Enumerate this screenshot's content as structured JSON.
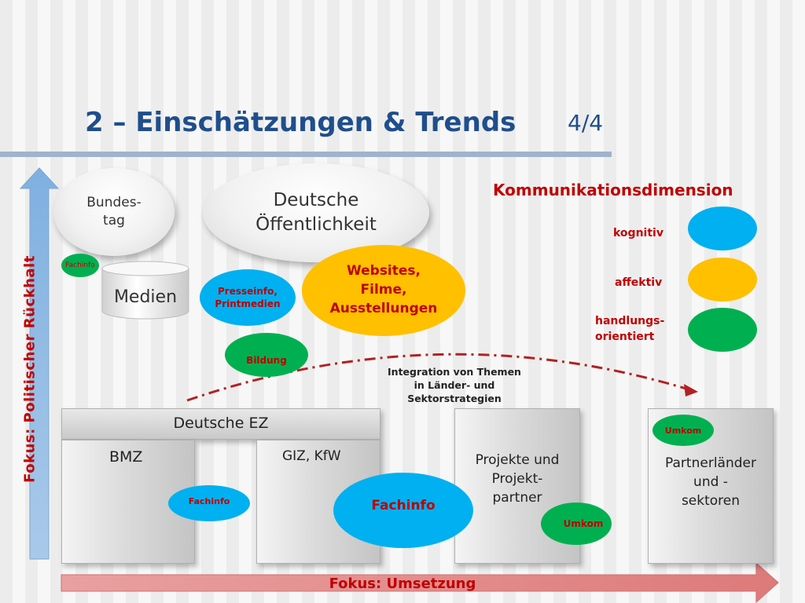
{
  "slide": {
    "title": "2 – Einschätzungen & Trends",
    "page": "4/4"
  },
  "axes": {
    "vertical_label": "Fokus: Politischer Rückhalt",
    "horizontal_label": "Fokus: Umsetzung"
  },
  "nodes": {
    "bundestag": "Bundes-\ntag",
    "oeffentlichkeit": "Deutsche\nÖffentlichkeit",
    "medien": "Medien",
    "fachinfo_small": "Fachinfo",
    "presseinfo": "Presseinfo,\nPrintmedien",
    "websites": "Websites,\nFilme,\nAusstellungen",
    "bildung": "Bildung",
    "integration": "Integration von Themen\nin Länder- und\nSektorstrategien",
    "deutsche_ez": "Deutsche EZ",
    "bmz": "BMZ",
    "giz_kfw": "GIZ, KfW",
    "fachinfo_bmz": "Fachinfo",
    "fachinfo_large": "Fachinfo",
    "projekte": "Projekte und\nProjekt-\npartner",
    "umkom_projekte": "Umkom",
    "umkom_partner": "Umkom",
    "partnerlaender": "Partnerländer\nund -\nsektoren"
  },
  "legend": {
    "title": "Kommunikationsdimension",
    "items": [
      {
        "label": "kognitiv",
        "color": "#00b0f0"
      },
      {
        "label": "affektiv",
        "color": "#ffc000"
      },
      {
        "label": "handlungs-\norientiert",
        "color": "#00b050"
      }
    ]
  },
  "colors": {
    "title": "#1f4e8c",
    "accent_red": "#c00000",
    "kognitiv": "#00b0f0",
    "affektiv": "#ffc000",
    "handlungsorientiert": "#00b050",
    "arrow_blue": "#8fb8e0",
    "arrow_red": "#e58a8a"
  }
}
